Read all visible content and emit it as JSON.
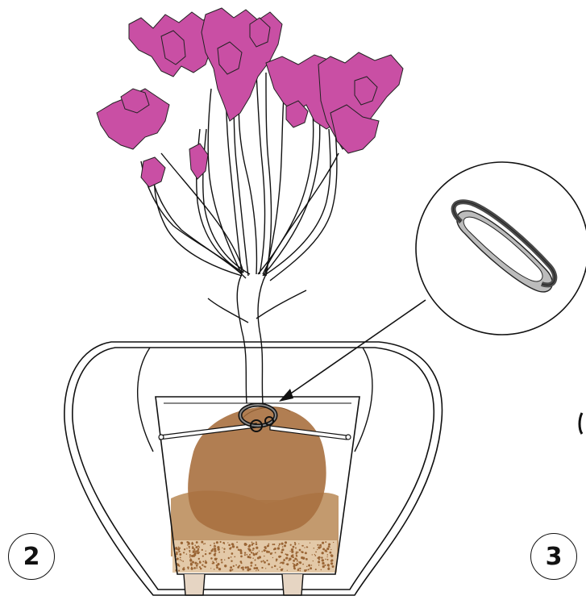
{
  "steps": {
    "left": "2",
    "right": "3"
  },
  "colors": {
    "flowers": "#c94fa4",
    "root_ball": "#a8703f",
    "soil": "#c39a6e",
    "gravel": "#b07a4a",
    "rubber_band_outer": "#555555",
    "rubber_band_inner": "#b5b5b5"
  },
  "icons": [
    "plant-illustration",
    "pot-illustration",
    "rubber-band-detail"
  ]
}
